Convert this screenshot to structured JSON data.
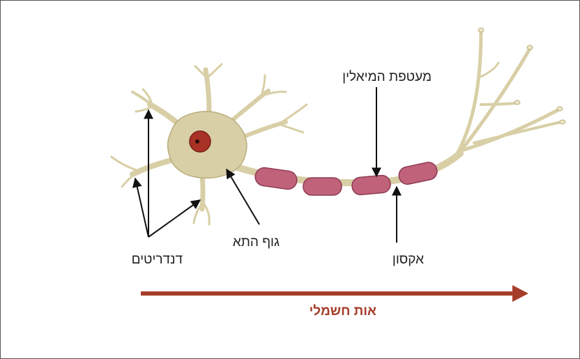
{
  "labels": {
    "dendrites": "דנדריטים",
    "cell_body": "גוף התא",
    "myelin_sheath": "מעטפת המיאלין",
    "axon": "אקסון"
  },
  "signal": {
    "label": "אות חשמלי",
    "color": "#a63d2a"
  },
  "colors": {
    "cytoplasm": "#d8cfa6",
    "cytoplasm_stroke": "#b9ad7c",
    "nucleus": "#a83226",
    "myelin": "#c0637a",
    "myelin_stroke": "#8e3a52"
  }
}
